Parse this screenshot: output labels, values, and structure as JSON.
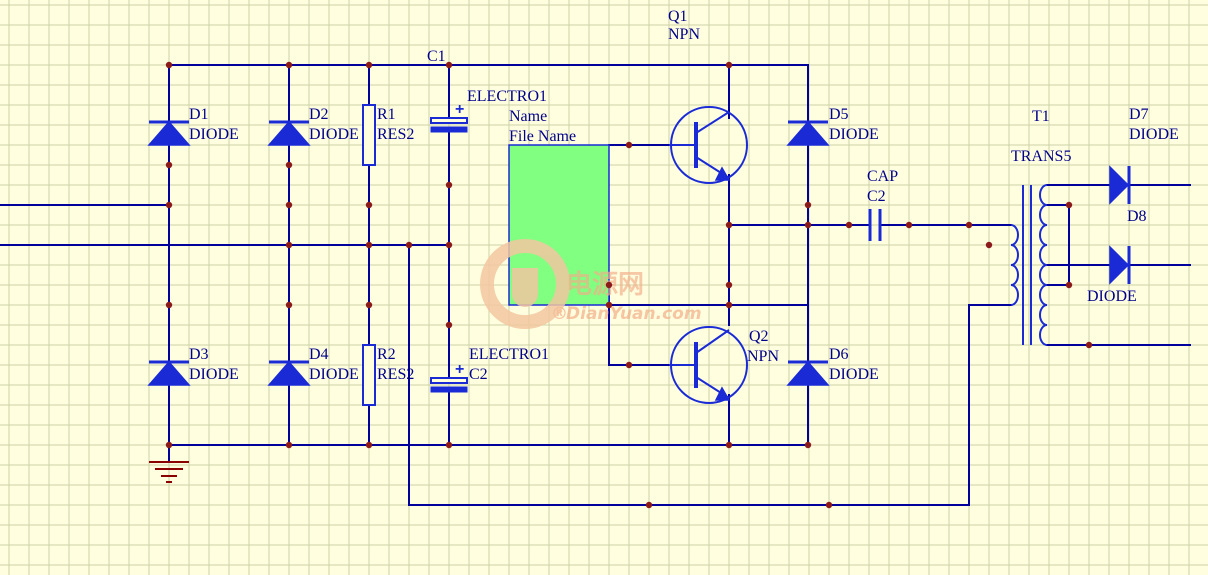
{
  "labels": {
    "c1_net": "C1",
    "q1_ref": "Q1",
    "q1_type": "NPN",
    "electro1_top": "ELECTRO1",
    "block_name": "Name",
    "block_file": "File Name",
    "d1_ref": "D1",
    "d1_type": "DIODE",
    "d2_ref": "D2",
    "d2_type": "DIODE",
    "r1_ref": "R1",
    "r1_type": "RES2",
    "d5_ref": "D5",
    "d5_type": "DIODE",
    "t1_ref": "T1",
    "t1_type": "TRANS5",
    "d7_ref": "D7",
    "d7_type": "DIODE",
    "cap_type": "CAP",
    "cap_ref": "C2",
    "d8_ref": "D8",
    "d8_type": "DIODE",
    "q2_ref": "Q2",
    "q2_type": "NPN",
    "d3_ref": "D3",
    "d3_type": "DIODE",
    "d4_ref": "D4",
    "d4_type": "DIODE",
    "r2_ref": "R2",
    "r2_type": "RES2",
    "electro1_bottom": "ELECTRO1",
    "c2_ref": "C2",
    "d6_ref": "D6",
    "d6_type": "DIODE"
  },
  "watermark": {
    "cn": "电源网",
    "en": "DianYuan.com",
    "mark": "®"
  },
  "colors": {
    "background": "#ffffe0",
    "grid": "#ccd2a8",
    "wire": "#00009c",
    "symbol": "#1a2bd6",
    "junction": "#8b1a1a",
    "sheet_block": "#80ff80",
    "label": "#00008b"
  }
}
